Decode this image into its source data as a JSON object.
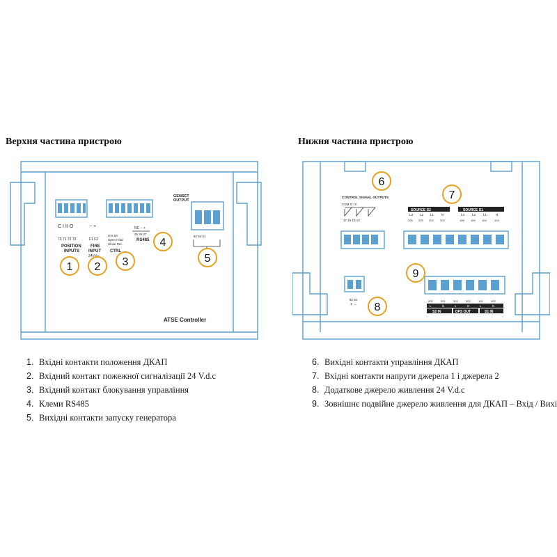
{
  "top": {
    "title": "Верхня частина пристрою",
    "labels": {
      "position_inputs": "POSITION\nINPUTS",
      "fire_input": "FIRE\nINPUT",
      "fire_voltage": "24Vd.c",
      "ctrl": "CTRL",
      "rs485": "RS485",
      "genset_output": "GENSET\nOUTPUT",
      "device_name": "ATSE Controller",
      "pos_symbols": "C  I  II  O",
      "pos_terminals": "70   71   72   73",
      "fire_terminals": "F1   F2",
      "fire_symbols": "−  +",
      "ctrl_text": "IOA  IIA\nOpen  Hold\nClose  Rel.",
      "rs485_symbols": "NC  −  +",
      "rs485_terminals": "25  26  27",
      "genset_terminals": "52   54   51"
    },
    "callouts": [
      "1",
      "2",
      "3",
      "4",
      "5"
    ],
    "legend": [
      {
        "num": "1.",
        "text": "Вхідні контакти положення ДКАП"
      },
      {
        "num": "2.",
        "text": "Вхідний контакт пожежної сигналізації 24 V.d.c"
      },
      {
        "num": "3.",
        "text": "Вхідний контакт блокування управління"
      },
      {
        "num": "4.",
        "text": "Клеми RS485"
      },
      {
        "num": "5.",
        "text": "Вихідні контакти запуску генератора"
      }
    ]
  },
  "bottom": {
    "title": "Нижня частина пристрою",
    "labels": {
      "control_signal_outputs": "CONTROL SIGNAL OUTPUTS",
      "cs_symbols": "COM  O  I  II",
      "cs_terminals": "17   16   15   14",
      "source_s2": "SOURCE S2",
      "source_s1": "SOURCE S1",
      "s2_phases": [
        "L3",
        "L2",
        "L1",
        "N"
      ],
      "s1_phases": [
        "L3",
        "L2",
        "L1",
        "N"
      ],
      "s2_terminals": [
        "206",
        "205",
        "204",
        "203"
      ],
      "s1_terminals": [
        "106",
        "105",
        "104",
        "103"
      ],
      "aux_terminals": "82   81",
      "aux_symbols": "+  −",
      "dps_terminals": [
        "202",
        "201",
        "301",
        "302",
        "101",
        "102"
      ],
      "s2_in": "S2  IN",
      "dps_out": "DPS  OUT",
      "s1_in": "S1  IN",
      "ln": [
        "L",
        "N",
        "L",
        "N",
        "L",
        "N"
      ]
    },
    "callouts": [
      "6",
      "7",
      "8",
      "9"
    ],
    "legend": [
      {
        "num": "6.",
        "text": "Вихідні контакти управління ДКАП"
      },
      {
        "num": "7.",
        "text": "Вхідні контакти напруги джерела 1 і джерела 2"
      },
      {
        "num": "8.",
        "text": "Додаткове джерело живлення 24 V.d.c"
      },
      {
        "num": "9.",
        "text": "Зовнішнє подвійне джерело живлення для ДКАП – Вхід / Вихід"
      }
    ]
  },
  "colors": {
    "outline": "#5aa0d0",
    "callout": "#e8a020",
    "text": "#1a1a1a"
  }
}
